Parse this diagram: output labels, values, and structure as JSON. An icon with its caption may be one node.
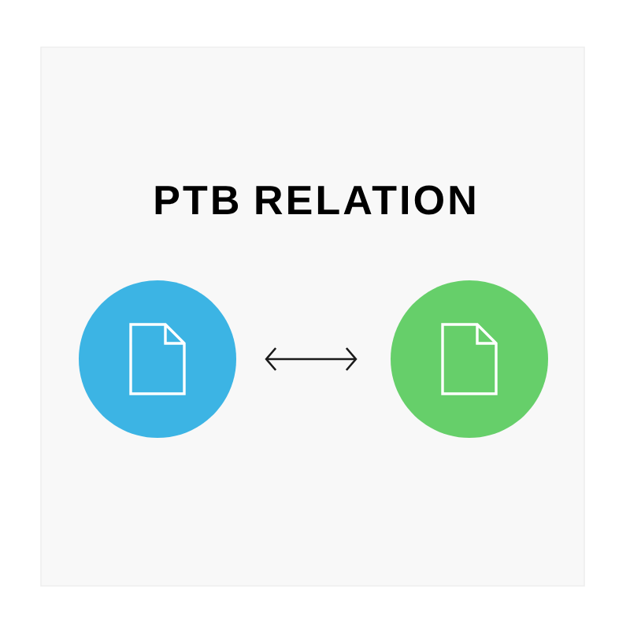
{
  "diagram": {
    "title": "PTB RELATION",
    "nodes": [
      {
        "text": [],
        "shape": "circle"
      },
      {
        "text": [],
        "shape": "circle"
      }
    ],
    "edges": [
      {
        "from": 0,
        "to": 1,
        "arrow": "both"
      }
    ]
  }
}
